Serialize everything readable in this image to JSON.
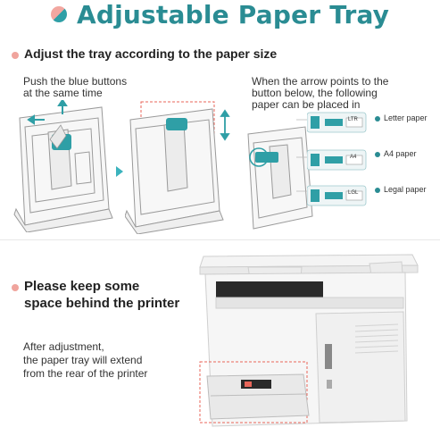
{
  "header": {
    "title": "Adjustable Paper Tray"
  },
  "section1": {
    "heading": "Adjust the tray according to the paper size",
    "left_caption": [
      "Push the blue buttons",
      "at the same time"
    ],
    "right_caption": [
      "When the arrow points to the",
      "button below, the following",
      "paper can be placed in"
    ],
    "papers": [
      {
        "label": "Letter paper",
        "chip": "LTR"
      },
      {
        "label": "A4 paper",
        "chip": "A4"
      },
      {
        "label": "Legal paper",
        "chip": "LGL"
      }
    ]
  },
  "section2": {
    "heading": [
      "Please keep some",
      "space behind the printer"
    ],
    "caption": [
      "After adjustment,",
      "the paper tray will extend",
      "from the rear of the printer"
    ]
  },
  "colors": {
    "accent": "#2a8c93",
    "bullet": "#f0a49d",
    "button_blue": "#2f9fa6",
    "highlight": "#e8665a"
  }
}
